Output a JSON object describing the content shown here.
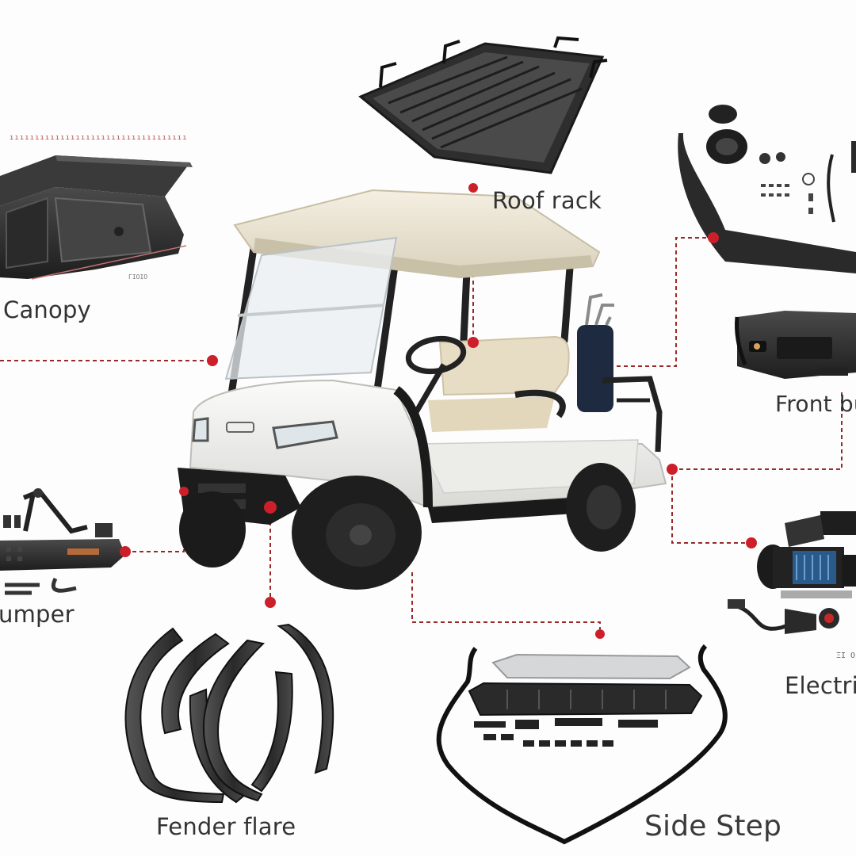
{
  "labels": {
    "canopy": "Canopy",
    "roof_rack": "Roof rack",
    "front_bumper": "Front bu",
    "rear_bumper": "umper",
    "fender_flare": "Fender flare",
    "side_step": "Side Step",
    "electric_winch": "Electric"
  },
  "colors": {
    "leader_line": "#9a2a2a",
    "marker": "#cc1f2a",
    "label_text": "#333333",
    "cart_body": "#f2f2f0",
    "roof": "#ece6d6",
    "seat": "#e6dcc6",
    "parts": "#2b2b2b"
  }
}
